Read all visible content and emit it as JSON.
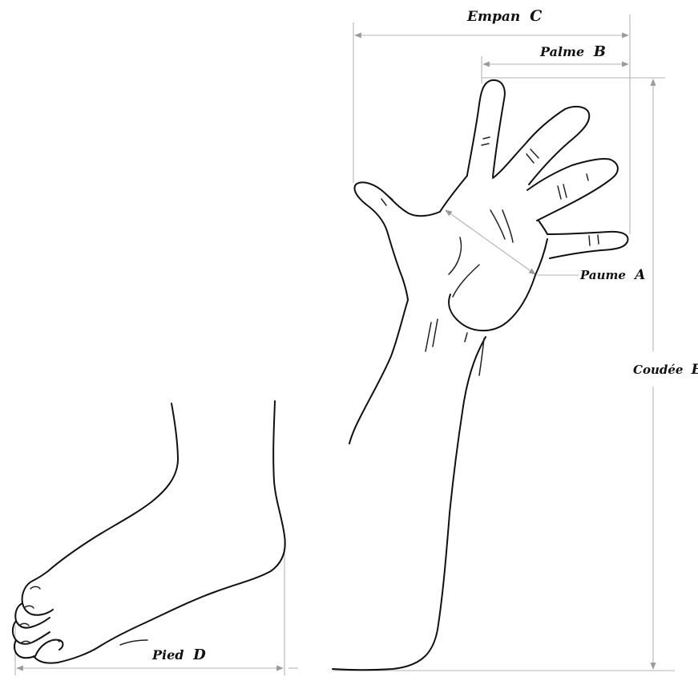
{
  "labels": {
    "empan": "Empan",
    "empan_letter": "C",
    "palme": "Palme",
    "palme_letter": "B",
    "paume": "Paume",
    "paume_letter": "A",
    "coudee": "Coudée",
    "coudee_letter": "E",
    "pied": "Pied",
    "pied_letter": "D"
  },
  "colors": {
    "line": "#111111",
    "dimension": "#b3b3b3"
  }
}
